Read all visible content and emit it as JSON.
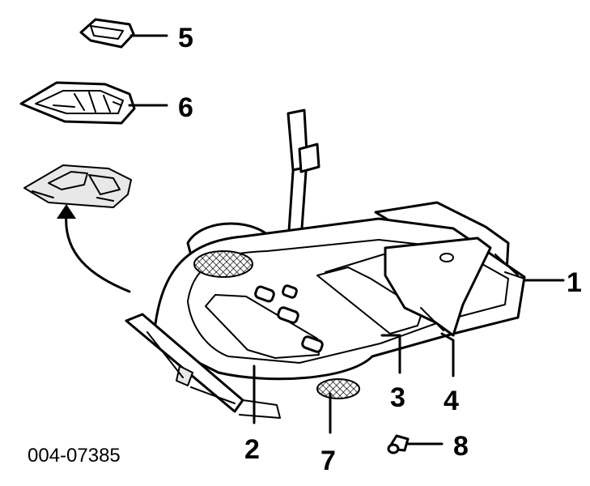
{
  "callouts": {
    "c1": "1",
    "c2": "2",
    "c3": "3",
    "c4": "4",
    "c5": "5",
    "c6": "6",
    "c7": "7",
    "c8": "8"
  },
  "document_number": "004-07385"
}
